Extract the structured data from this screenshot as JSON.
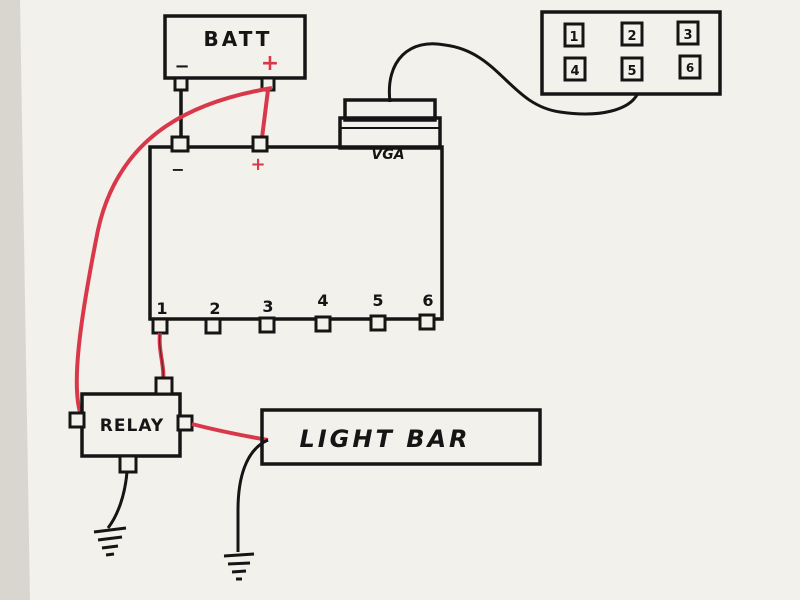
{
  "diagram": {
    "battery": {
      "label": "BATT",
      "neg": "−",
      "pos": "+"
    },
    "module": {
      "label": "VGA",
      "neg": "−",
      "pos": "+",
      "outputs": [
        "1",
        "2",
        "3",
        "4",
        "5",
        "6"
      ]
    },
    "keypad": {
      "keys": [
        "1",
        "2",
        "3",
        "4",
        "5",
        "6"
      ]
    },
    "relay": {
      "label": "RELAY"
    },
    "lightbar": {
      "label": "LIGHT BAR"
    },
    "colors": {
      "paper": "#f3f1ec",
      "ink": "#151515",
      "red_wire": "#d8384a",
      "background": "#d9d6d0"
    }
  }
}
